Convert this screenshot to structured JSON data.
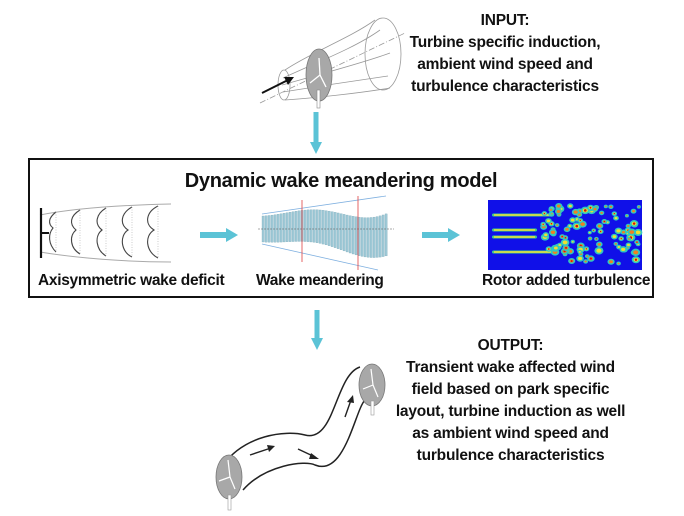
{
  "input": {
    "heading": "INPUT:",
    "lines": [
      "Turbine specific induction,",
      "ambient wind speed and",
      "turbulence characteristics"
    ]
  },
  "model": {
    "title": "Dynamic wake meandering model",
    "stages": [
      {
        "label": "Axisymmetric wake deficit",
        "icon": "wake-deficit-profiles-icon"
      },
      {
        "label": "Wake meandering",
        "icon": "wake-meandering-plot-icon"
      },
      {
        "label": "Rotor added turbulence",
        "icon": "turbulence-field-image-icon"
      }
    ]
  },
  "output": {
    "heading": "OUTPUT:",
    "lines": [
      "Transient wake affected wind",
      "field based on park specific",
      "layout, turbine induction as well",
      "as ambient wind speed and",
      "turbulence characteristics"
    ]
  },
  "colors": {
    "flow_arrow": "#5bc3d6",
    "rotor_gray": "#a8a8a8",
    "turbulence_bg": "#1010e8",
    "meander_bar": "#9fc9d6",
    "meander_guide": "#e04040"
  }
}
